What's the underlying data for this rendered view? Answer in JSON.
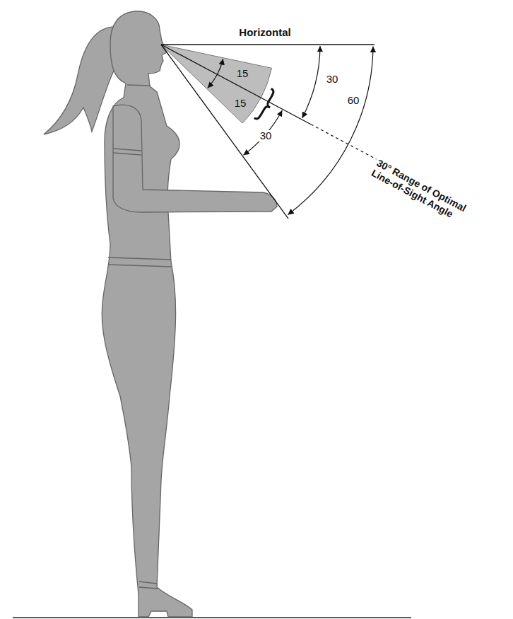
{
  "diagram": {
    "labels": [
      "Horizontal",
      "15",
      "15",
      "30",
      "30",
      "60",
      "30° Range of Optimal Line-of-Sight Angle"
    ]
  }
}
